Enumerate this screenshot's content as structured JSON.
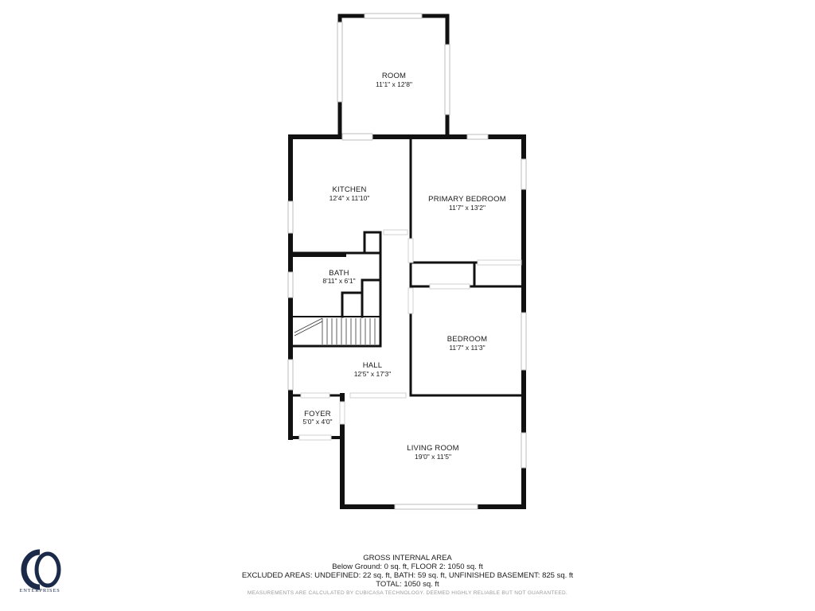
{
  "rooms": [
    {
      "id": "room",
      "name": "ROOM",
      "dimensions": "11'1\" x 12'8\""
    },
    {
      "id": "kitchen",
      "name": "KITCHEN",
      "dimensions": "12'4\" x 11'10\""
    },
    {
      "id": "primary-bedroom",
      "name": "PRIMARY BEDROOM",
      "dimensions": "11'7\" x 13'2\""
    },
    {
      "id": "bath",
      "name": "BATH",
      "dimensions": "8'11\" x 6'1\""
    },
    {
      "id": "bedroom",
      "name": "BEDROOM",
      "dimensions": "11'7\" x 11'3\""
    },
    {
      "id": "hall",
      "name": "HALL",
      "dimensions": "12'5\" x 17'3\""
    },
    {
      "id": "foyer",
      "name": "FOYER",
      "dimensions": "5'0\" x 4'0\""
    },
    {
      "id": "living-room",
      "name": "LIVING ROOM",
      "dimensions": "19'0\" x 11'5\""
    }
  ],
  "summary": {
    "title": "GROSS INTERNAL AREA",
    "line1": "Below Ground: 0 sq. ft, FLOOR 2: 1050 sq. ft",
    "line2": "EXCLUDED AREAS: UNDEFINED: 22 sq. ft, BATH: 59 sq. ft, UNFINISHED BASEMENT: 825 sq. ft",
    "line3": "TOTAL: 1050 sq. ft",
    "disclaimer": "MEASUREMENTS ARE CALCULATED BY CUBICASA TECHNOLOGY. DEEMED HIGHLY RELIABLE BUT NOT GUARANTEED."
  },
  "logo": {
    "text": "ENTERPRISES",
    "color": "#1c2a4a"
  },
  "colors": {
    "wall": "#111111",
    "window": "#bdbdbd"
  }
}
